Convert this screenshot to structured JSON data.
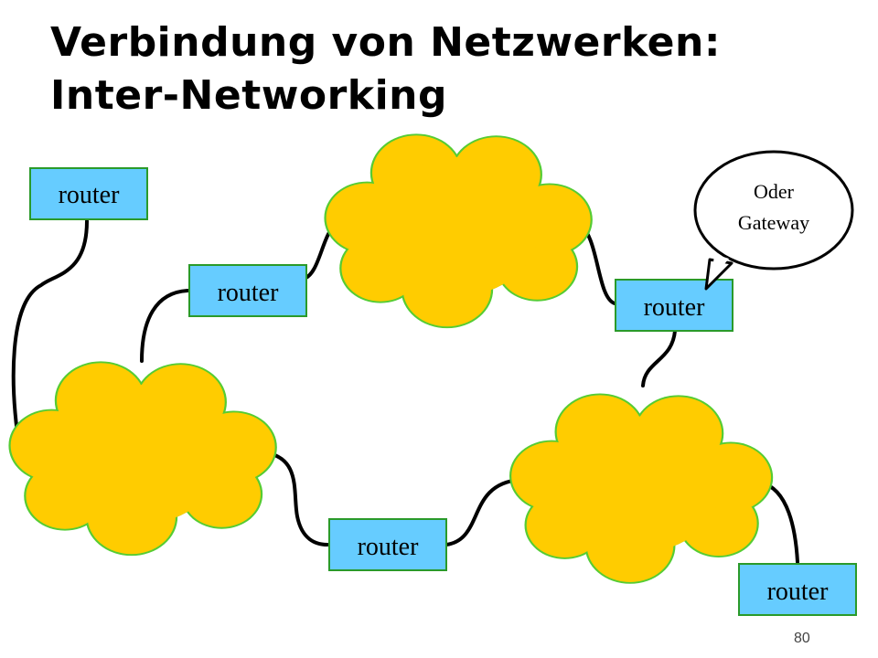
{
  "title": {
    "line1": "Verbindung von Netzwerken:",
    "line2": "Inter-Networking"
  },
  "routers": [
    {
      "id": "router-top-left",
      "label": "router"
    },
    {
      "id": "router-mid-left",
      "label": "router"
    },
    {
      "id": "router-right",
      "label": "router"
    },
    {
      "id": "router-bottom-mid",
      "label": "router"
    },
    {
      "id": "router-bottom-right",
      "label": "router"
    }
  ],
  "callout": {
    "line1": "Oder",
    "line2": "Gateway"
  },
  "page_number": "80",
  "colors": {
    "router_fill": "#66ccff",
    "router_border": "#2a9a2a",
    "cloud_fill": "#ffcc00",
    "cloud_border": "#55cc33",
    "link": "#000000"
  }
}
